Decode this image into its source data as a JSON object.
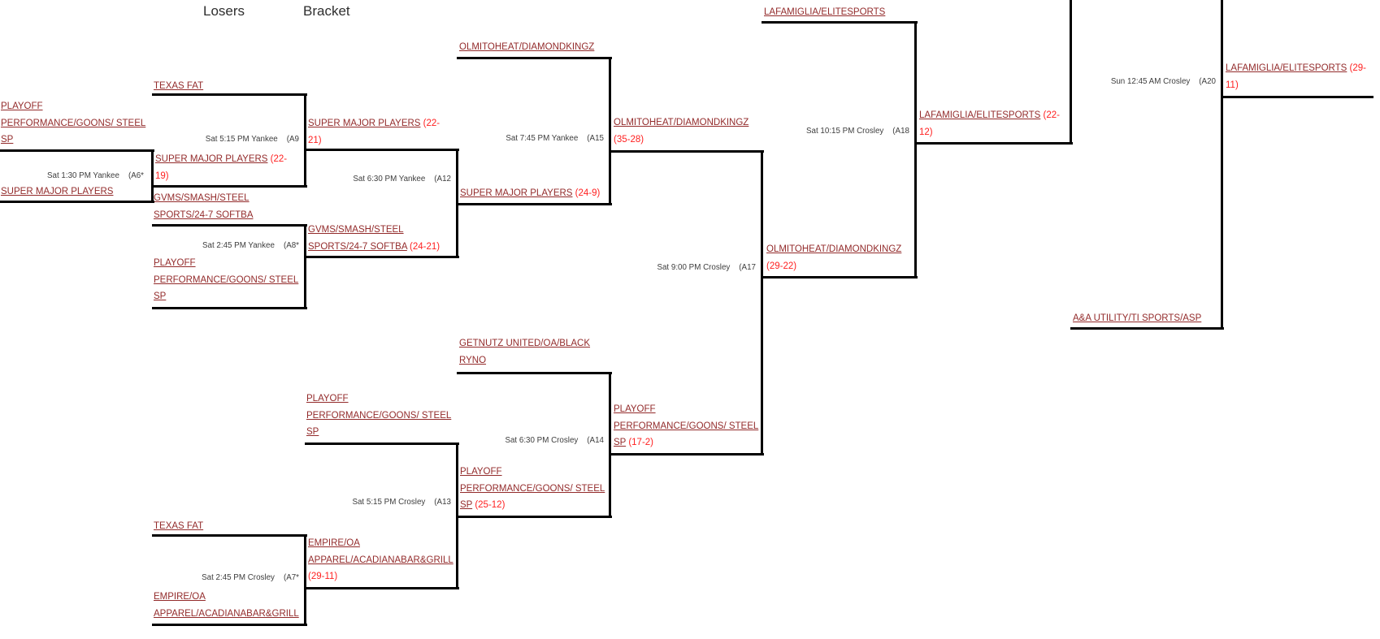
{
  "title": {
    "word1": "Losers",
    "word2": "Bracket"
  },
  "colors": {
    "team_name": "#932b2b",
    "score": "#ff2020",
    "schedule_text": "#3d3d3d",
    "bracket_line": "#000000"
  },
  "labels": {
    "texasfat_top": {
      "lines": [
        {
          "t": "TEXAS FAT"
        }
      ]
    },
    "a6_top": {
      "lines": [
        {
          "t": "PLAYOFF"
        },
        {
          "t": "PERFORMANCE/GOONS/ STEEL"
        },
        {
          "t": "SP"
        }
      ]
    },
    "a6_bot": {
      "lines": [
        {
          "t": "SUPER MAJOR PLAYERS"
        }
      ]
    },
    "a6_win": {
      "lines": [
        {
          "t": "SUPER MAJOR PLAYERS",
          "s": " (22-"
        },
        {
          "s": "19)"
        }
      ]
    },
    "a9_win": {
      "lines": [
        {
          "t": "SUPER MAJOR PLAYERS",
          "s": " (22-"
        },
        {
          "s": "21)"
        }
      ]
    },
    "a8_top": {
      "lines": [
        {
          "t": "GVMS/SMASH/STEEL"
        },
        {
          "t": "SPORTS/24-7 SOFTBA"
        }
      ]
    },
    "a8_bot": {
      "lines": [
        {
          "t": "PLAYOFF"
        },
        {
          "t": "PERFORMANCE/GOONS/ STEEL"
        },
        {
          "t": "SP"
        }
      ]
    },
    "a8_win": {
      "lines": [
        {
          "t": "GVMS/SMASH/STEEL"
        },
        {
          "t": "SPORTS/24-7 SOFTBA",
          "s": " (24-21)"
        }
      ]
    },
    "a12_win": {
      "lines": [
        {
          "t": "SUPER MAJOR PLAYERS",
          "s": " (24-9)"
        }
      ]
    },
    "a15_top": {
      "lines": [
        {
          "t": "OLMITOHEAT/DIAMONDKINGZ"
        }
      ]
    },
    "a15_win": {
      "lines": [
        {
          "t": "OLMITOHEAT/DIAMONDKINGZ"
        },
        {
          "s": "(35-28)"
        }
      ]
    },
    "a14_top": {
      "lines": [
        {
          "t": "GETNUTZ UNITED/OA/BLACK"
        },
        {
          "t": "RYNO"
        }
      ]
    },
    "a13_top": {
      "lines": [
        {
          "t": "PLAYOFF"
        },
        {
          "t": "PERFORMANCE/GOONS/ STEEL"
        },
        {
          "t": "SP"
        }
      ]
    },
    "a13_win": {
      "lines": [
        {
          "t": "PLAYOFF"
        },
        {
          "t": "PERFORMANCE/GOONS/ STEEL"
        },
        {
          "t": "SP",
          "s": " (25-12)"
        }
      ]
    },
    "a14_win": {
      "lines": [
        {
          "t": "PLAYOFF"
        },
        {
          "t": "PERFORMANCE/GOONS/ STEEL"
        },
        {
          "t": "SP",
          "s": " (17-2)"
        }
      ]
    },
    "texasfat_bot": {
      "lines": [
        {
          "t": "TEXAS FAT"
        }
      ]
    },
    "a7_bot": {
      "lines": [
        {
          "t": "EMPIRE/OA"
        },
        {
          "t": "APPAREL/ACADIANABAR&GRILL"
        }
      ]
    },
    "a7_win": {
      "lines": [
        {
          "t": "EMPIRE/OA"
        },
        {
          "t": "APPAREL/ACADIANABAR&GRILL"
        },
        {
          "s": "(29-11)"
        }
      ]
    },
    "a17_win": {
      "lines": [
        {
          "t": "OLMITOHEAT/DIAMONDKINGZ"
        },
        {
          "s": "(29-22)"
        }
      ]
    },
    "a18_top": {
      "lines": [
        {
          "t": "LAFAMIGLIA/ELITESPORTS"
        }
      ]
    },
    "a18_win": {
      "lines": [
        {
          "t": "LAFAMIGLIA/ELITESPORTS",
          "s": " (22-"
        },
        {
          "s": "12)"
        }
      ]
    },
    "a20_win": {
      "lines": [
        {
          "t": "LAFAMIGLIA/ELITESPORTS",
          "s": " (29-"
        },
        {
          "s": "11)"
        }
      ]
    },
    "aa_utility": {
      "lines": [
        {
          "t": "A&A UTILITY/TI SPORTS/ASP"
        }
      ]
    }
  },
  "schedules": {
    "a6": {
      "time": "Sat 1:30 PM Yankee",
      "code": "(A6*"
    },
    "a9": {
      "time": "Sat 5:15 PM Yankee",
      "code": "(A9"
    },
    "a8": {
      "time": "Sat 2:45 PM Yankee",
      "code": "(A8*"
    },
    "a12": {
      "time": "Sat 6:30 PM Yankee",
      "code": "(A12"
    },
    "a15": {
      "time": "Sat 7:45 PM Yankee",
      "code": "(A15"
    },
    "a13": {
      "time": "Sat 5:15 PM Crosley",
      "code": "(A13"
    },
    "a14": {
      "time": "Sat 6:30 PM Crosley",
      "code": "(A14"
    },
    "a7": {
      "time": "Sat 2:45 PM Crosley",
      "code": "(A7*"
    },
    "a17": {
      "time": "Sat 9:00 PM Crosley",
      "code": "(A17"
    },
    "a18": {
      "time": "Sat 10:15 PM Crosley",
      "code": "(A18"
    },
    "a20": {
      "time": "Sun 12:45 AM Crosley",
      "code": "(A20"
    }
  }
}
